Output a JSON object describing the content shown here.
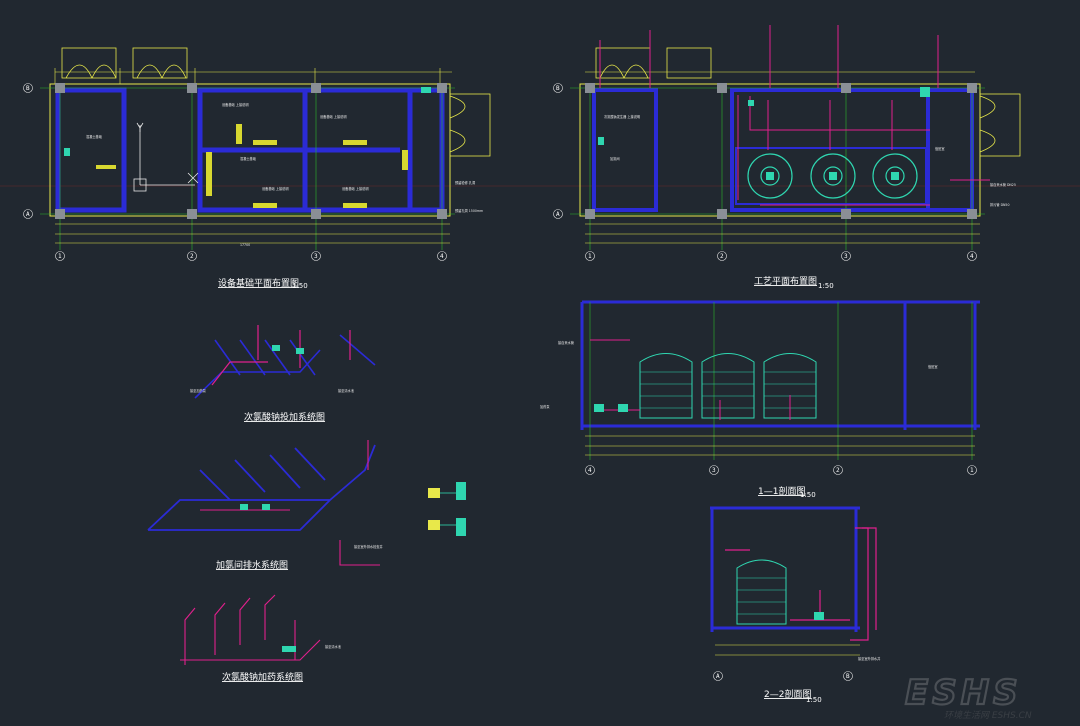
{
  "drawings": {
    "foundation_plan": {
      "title": "设备基础平面布置图",
      "scale": "1:50",
      "axes": [
        "1",
        "2",
        "3",
        "4"
      ],
      "rows": [
        "B",
        "A"
      ]
    },
    "process_plan": {
      "title": "工艺平面布置图",
      "scale": "1:50",
      "axes": [
        "1",
        "2",
        "3",
        "4"
      ],
      "rows": [
        "B",
        "A"
      ]
    },
    "dosing_system": {
      "title": "次氯酸钠投加系统图"
    },
    "drainage_system": {
      "title": "加氯间排水系统图"
    },
    "acid_system": {
      "title": "次氯酸钠加药系统图"
    },
    "section_1_1": {
      "title": "1—1剖面图",
      "scale": "1:50",
      "axes": [
        "4",
        "3",
        "2",
        "1"
      ]
    },
    "section_2_2": {
      "title": "2—2剖面图",
      "scale": "1:50",
      "axes": [
        "A",
        "B"
      ]
    }
  },
  "dimensions": {
    "total_length": "17700"
  },
  "watermark": {
    "logo": "ESHS",
    "sub": "环境生活网 ESHS.CN"
  },
  "colors": {
    "background": "#212830",
    "wall": "#2b2bd6",
    "dim": "#e8e84a",
    "pipe": "#e0208c",
    "equipment": "#2fd6b0",
    "axis": "#2bb82b",
    "text": "#ffffff"
  }
}
